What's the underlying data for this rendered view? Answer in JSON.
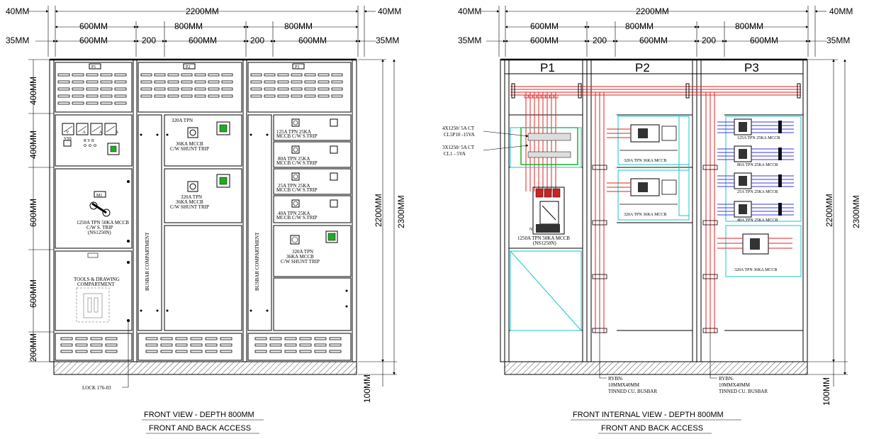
{
  "front_view": {
    "dims_top": {
      "left": "40MM",
      "total": "2200MM",
      "right": "40MM"
    },
    "dims_row2": {
      "a": "600MM",
      "b": "800MM",
      "c": "800MM"
    },
    "dims_row3": {
      "left": "35MM",
      "a": "600MM",
      "b": "200",
      "c": "600MM",
      "d": "200",
      "e": "600MM",
      "right": "35MM"
    },
    "dims_left": {
      "d1": "400MM",
      "d2": "400MM",
      "d3": "600MM",
      "d4": "600MM",
      "d5": "200MM"
    },
    "dims_right": {
      "h1": "2200MM",
      "h2": "2300MM",
      "base": "100MM"
    },
    "panel_tags": {
      "p1": "P1",
      "p2": "P2",
      "p3": "P3"
    },
    "meters": {
      "labels": "V  A  A  A",
      "vss": "VSS",
      "rybn": "R Y B"
    },
    "m1": "M1",
    "incomer": {
      "l1": "1250A TPN 50KA MCCB",
      "l2": "C/W S. TRIP",
      "l3": "(NS1250N)"
    },
    "tools": {
      "l1": "TOOLS & DRAWING",
      "l2": "COMPARTMENT"
    },
    "busbar_label": "BUSBAR COMPARTMENT",
    "p2_feeder1": {
      "l1": "320A TPN",
      "l2": "36KA MCCB",
      "l3": "C/W SHUNT TRIP"
    },
    "p2_feeder2": {
      "l1": "320A TPN",
      "l2": "36KA MCCB",
      "l3": "C/W SHUNT TRIP"
    },
    "p3_f1": {
      "l1": "125A TPN 25KA",
      "l2": "MCCB C/W S.TRIP"
    },
    "p3_f2": {
      "l1": "80A TPN 25KA",
      "l2": "MCCB C/W S.TRIP"
    },
    "p3_f3": {
      "l1": "25A TPN 25KA",
      "l2": "MCCB C/W S.TRIP"
    },
    "p3_f4": {
      "l1": "40A TPN 25KA",
      "l2": "MCCB C/W S.TRIP"
    },
    "p3_f5": {
      "l1": "320A TPN",
      "l2": "36KA MCCB",
      "l3": "C/W SHUNT TRIP"
    },
    "lock": "LOCK 176-03",
    "title1": "FRONT VIEW  - DEPTH 800MM",
    "title2": "FRONT AND BACK ACCESS"
  },
  "internal_view": {
    "dims_top": {
      "left": "40MM",
      "total": "2200MM",
      "right": "40MM"
    },
    "dims_row2": {
      "a": "600MM",
      "b": "800MM",
      "c": "800MM"
    },
    "dims_row3": {
      "left": "35MM",
      "a": "600MM",
      "b": "200",
      "c": "600MM",
      "d": "200",
      "e": "600MM",
      "right": "35MM"
    },
    "dims_right": {
      "h1": "2200MM",
      "h2": "2300MM",
      "base": "100MM"
    },
    "panel_tags": {
      "p1": "P1",
      "p2": "P2",
      "p3": "P3"
    },
    "ct1": {
      "l1": "4X1250/ 5A CT",
      "l2": "CL5P10 -15VA"
    },
    "ct2": {
      "l1": "3X1250/ 5A CT",
      "l2": "CL1 - 5VA"
    },
    "incomer": {
      "l1": "1250A TPN 50KA MCCB",
      "l2": "(NS1250N)"
    },
    "p2_f1": "320A TPN 36KA MCCB",
    "p2_f2": "320A TPN 36KA MCCB",
    "p3_f1": "125A TPN 25KA MCCB",
    "p3_f2": "80A TPN 25KA MCCB",
    "p3_f3": "25A TPN 25KA MCCB",
    "p3_f4": "40A TPN 25KA MCCB",
    "p3_f5": "320A TPN 36KA MCCB",
    "busbar1": {
      "l1": "RYBN-",
      "l2": "10MMX40MM",
      "l3": "TINNED CU. BUSBAR"
    },
    "busbar2": {
      "l1": "RYBN-",
      "l2": "10MMX40MM",
      "l3": "TINNED CU. BUSBAR"
    },
    "title1": "FRONT INTERNAL VIEW  - DEPTH 800MM",
    "title2": "FRONT AND BACK ACCESS"
  },
  "colors": {
    "busbar_red": "#e32020",
    "wiring_blue": "#3a3adb",
    "cyan": "#19c6c6",
    "ct_green": "#22b022"
  }
}
